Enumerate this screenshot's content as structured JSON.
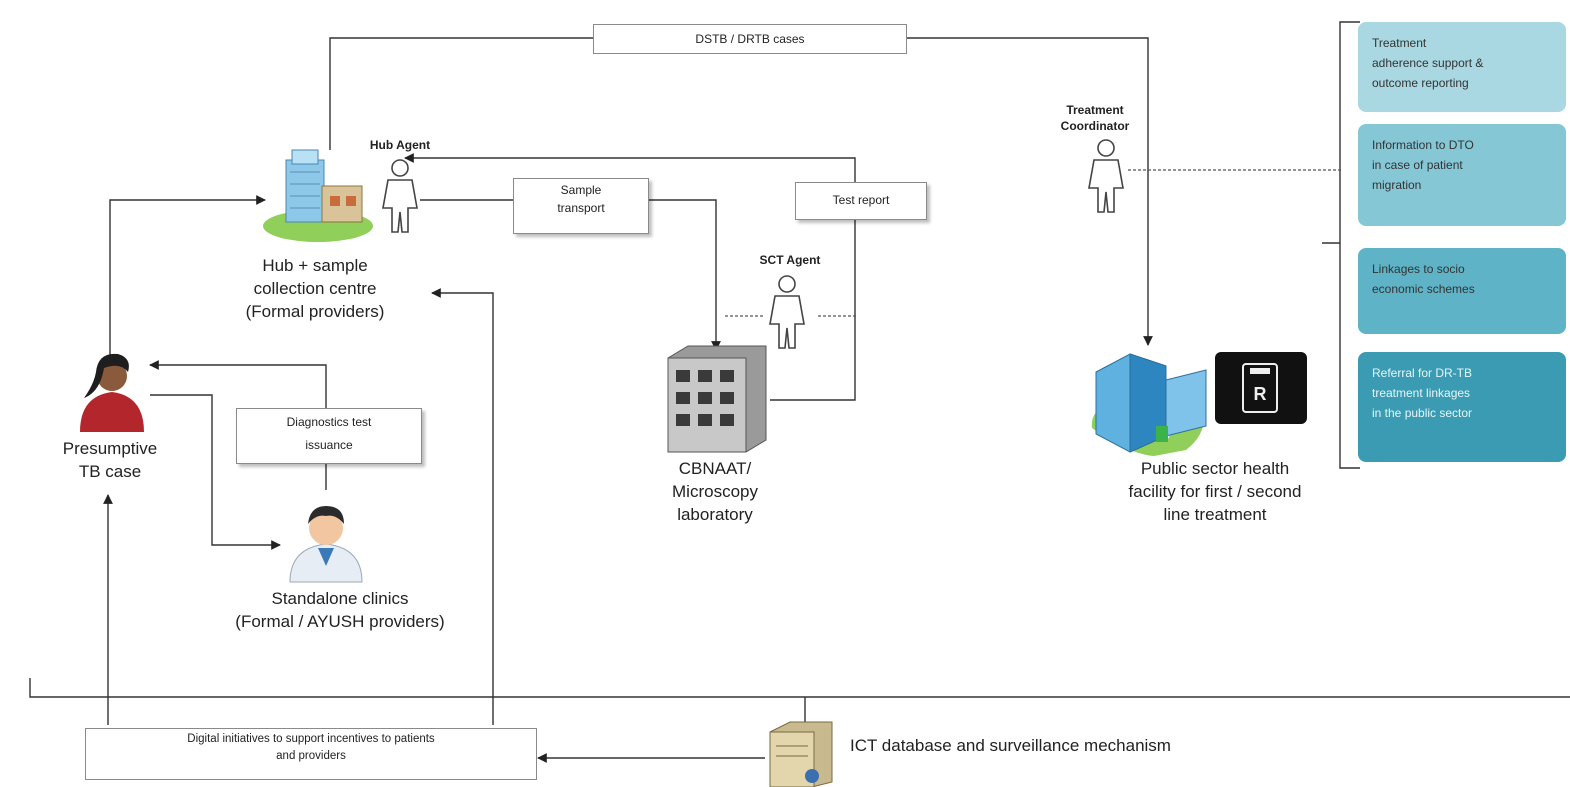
{
  "nodes": {
    "hub": {
      "line1": "Hub + sample",
      "line2": "collection centre",
      "line3": "(Formal providers)"
    },
    "hub_agent": "Hub Agent",
    "presumptive": {
      "line1": "Presumptive",
      "line2": "TB case"
    },
    "clinics": {
      "line1": "Standalone clinics",
      "line2": "(Formal / AYUSH providers)"
    },
    "lab": {
      "line1": "CBNAAT/",
      "line2": "Microscopy",
      "line3": "laboratory"
    },
    "sct_agent": "SCT Agent",
    "treatment_coordinator": {
      "line1": "Treatment",
      "line2": "Coordinator"
    },
    "public_facility": {
      "line1": "Public sector health",
      "line2": "facility for first / second",
      "line3": "line treatment"
    },
    "ict": "ICT database and surveillance mechanism"
  },
  "edge_labels": {
    "dstb": "DSTB / DRTB cases",
    "sample_transport": {
      "line1": "Sample",
      "line2": "transport"
    },
    "test_report": "Test report",
    "diagnostics": {
      "line1": "Diagnostics test",
      "line2": "issuance"
    },
    "digital": {
      "line1": "Digital initiatives to support incentives to patients",
      "line2": "and providers"
    }
  },
  "side_boxes": [
    {
      "lines": [
        "Treatment",
        "adherence support &",
        "outcome reporting"
      ],
      "color": "#a9d8e2",
      "text_color": "#333333"
    },
    {
      "lines": [
        "Information to DTO",
        "in case of patient",
        "migration"
      ],
      "color": "#86c7d6",
      "text_color": "#333333"
    },
    {
      "lines": [
        "Linkages to socio",
        "economic schemes"
      ],
      "color": "#5eb3c7",
      "text_color": "#333333"
    },
    {
      "lines": [
        "Referral for DR-TB",
        "treatment linkages",
        "in the public sector"
      ],
      "color": "#3a9bb2",
      "text_color": "#e8f6fa"
    }
  ],
  "colors": {
    "line": "#333333",
    "box_border": "#8a8a8a"
  }
}
